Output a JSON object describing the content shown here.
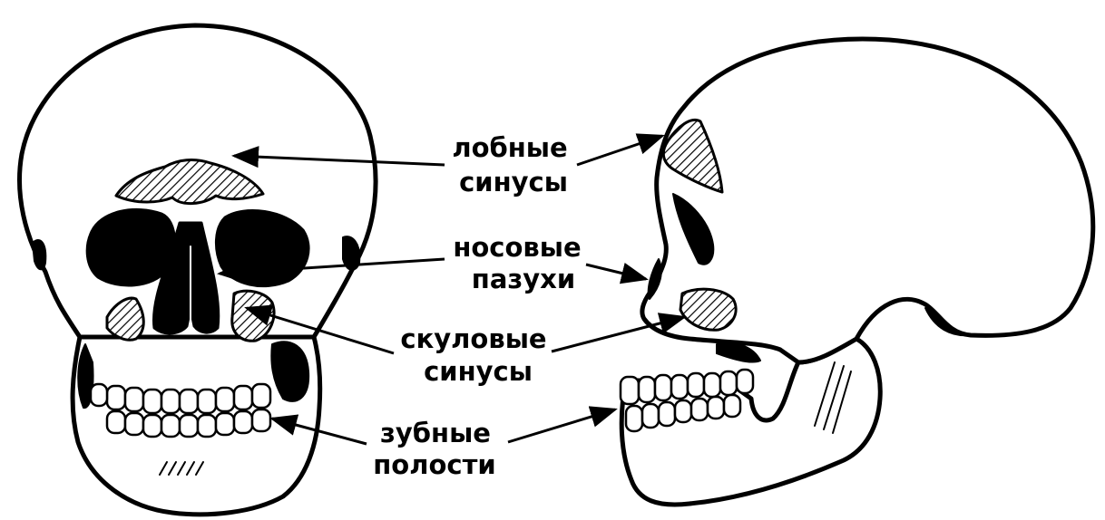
{
  "labels": {
    "frontal": {
      "line1": "лобные",
      "line2": "синусы"
    },
    "nasal": {
      "line1": "носовые",
      "line2": "пазухи"
    },
    "zygomatic": {
      "line1": "скуловые",
      "line2": "синусы"
    },
    "dental": {
      "line1": "зубные",
      "line2": "полости"
    }
  },
  "colors": {
    "ink": "#000000",
    "paper": "#ffffff"
  },
  "icons": {
    "arrow": "arrowhead"
  }
}
